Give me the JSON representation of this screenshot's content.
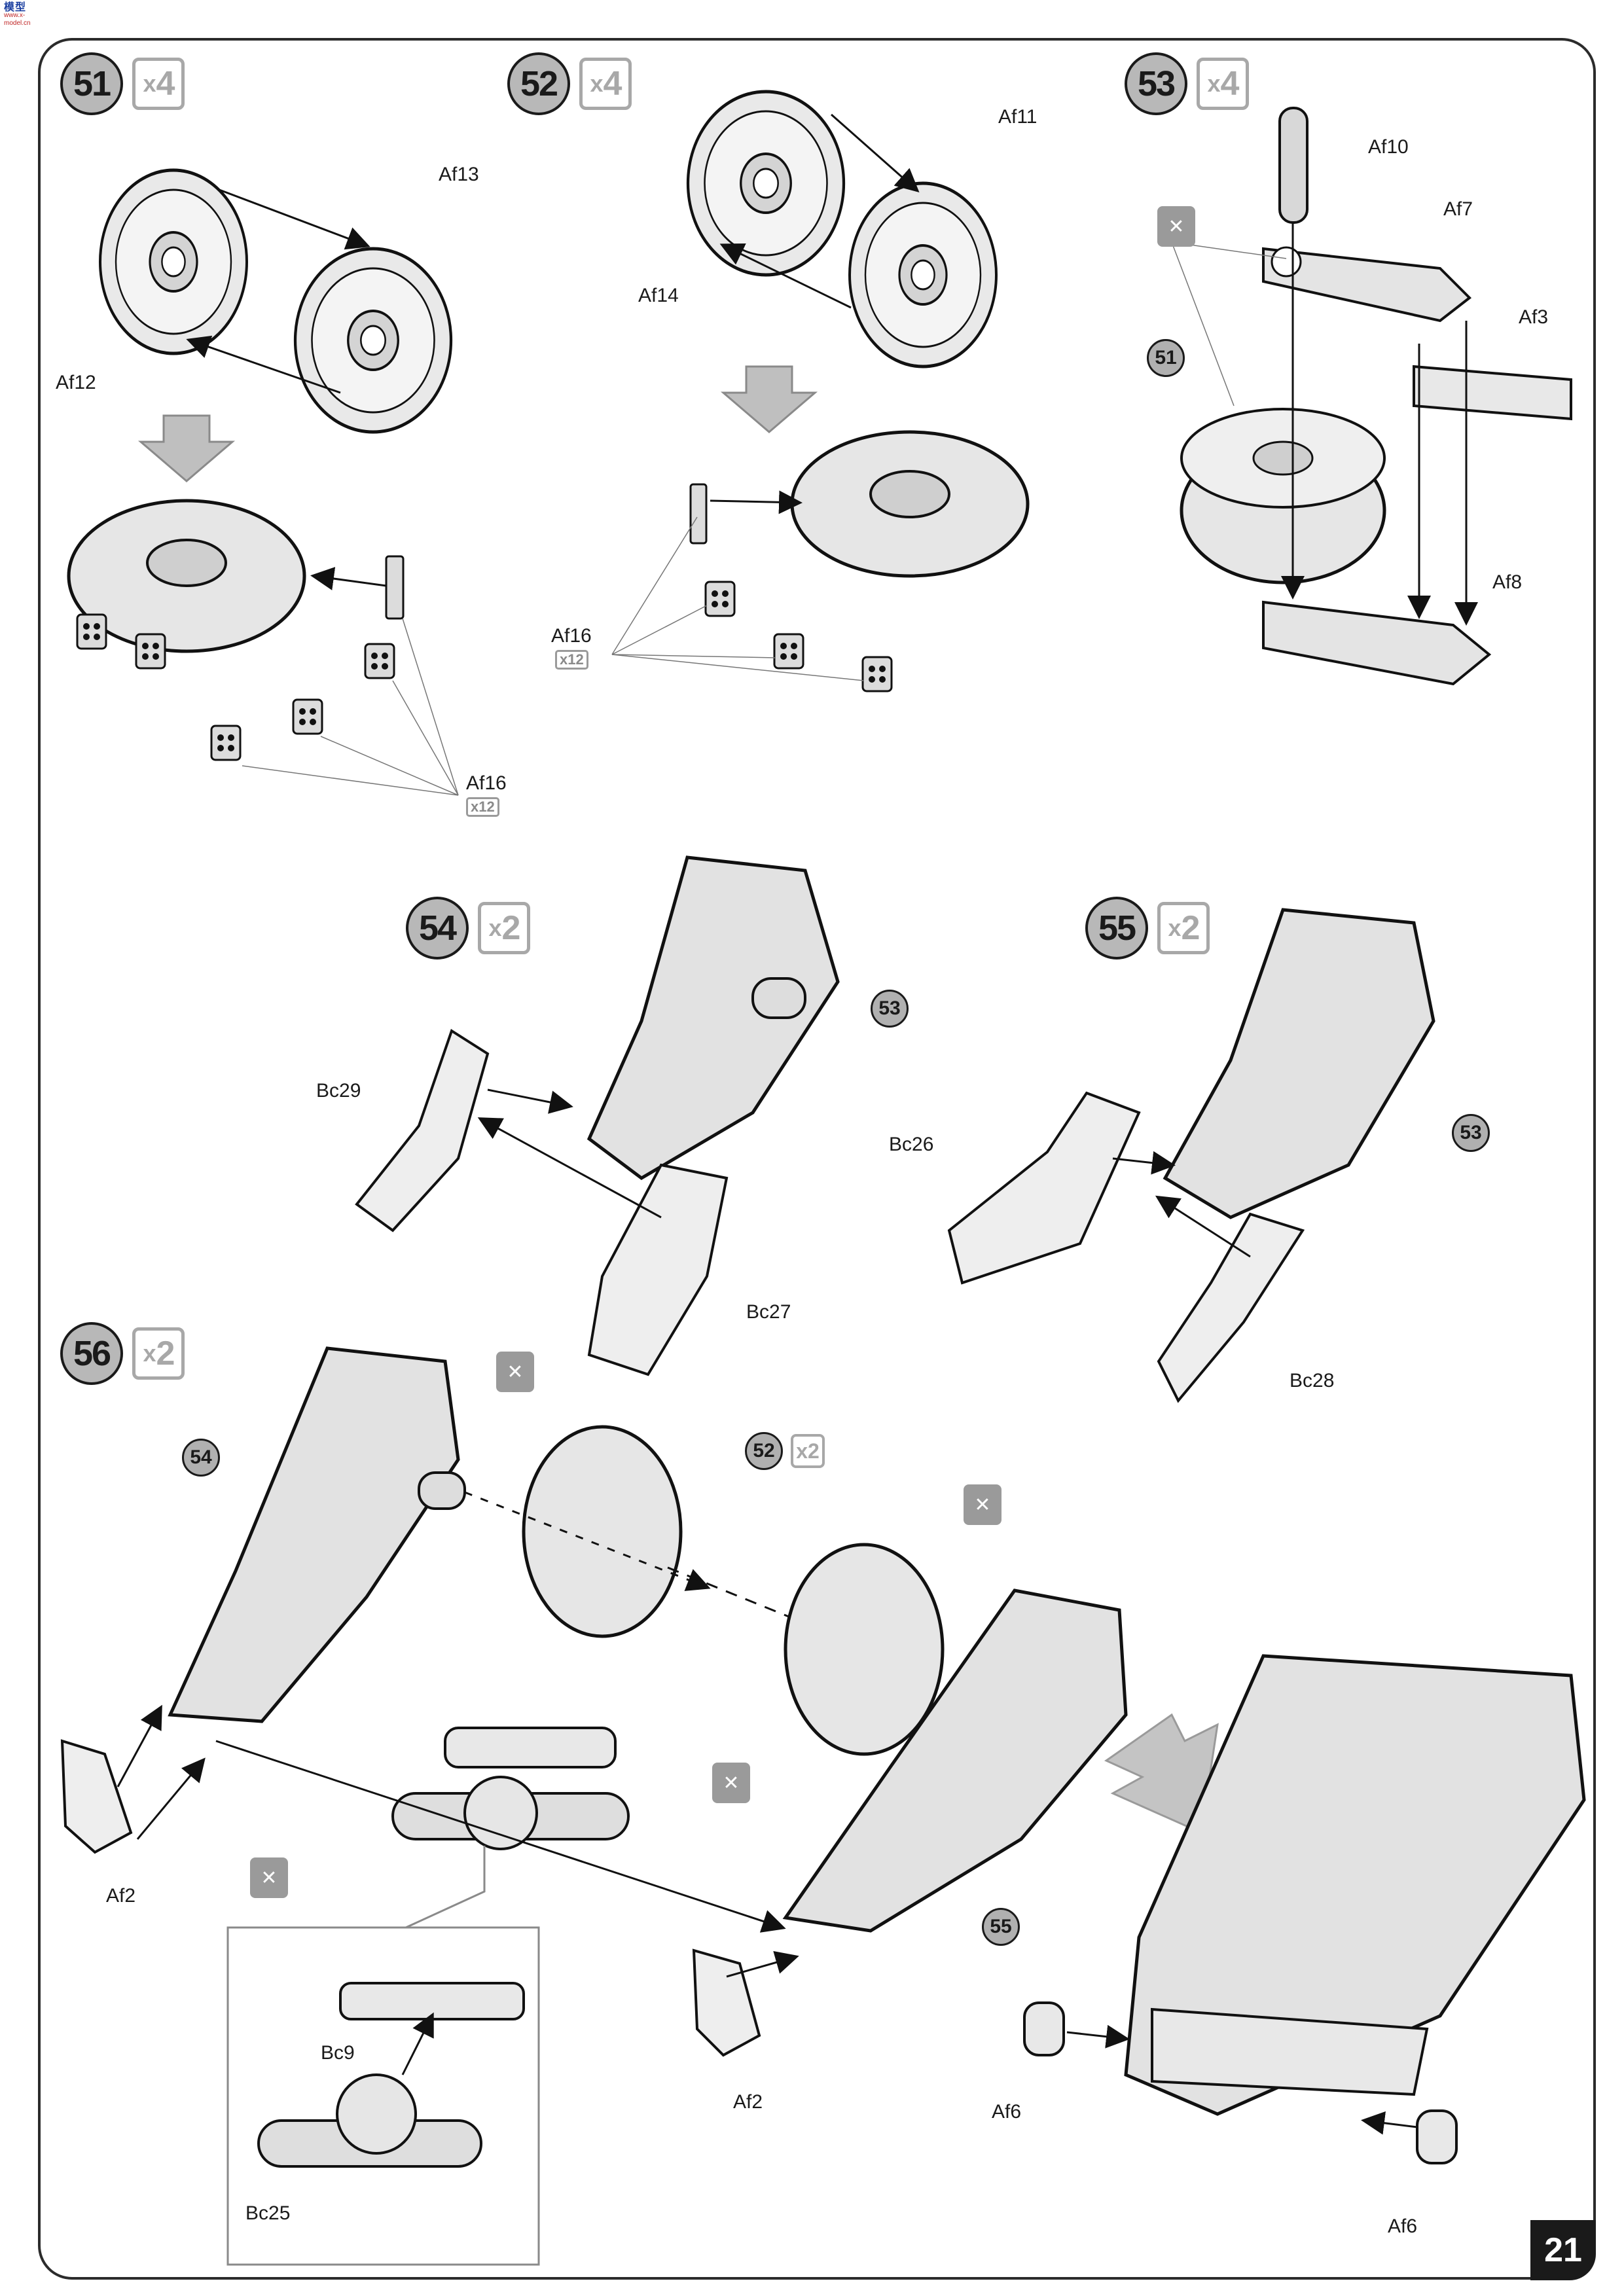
{
  "header_logo": {
    "line1": "模型",
    "line2": "www.x-model.cn"
  },
  "steps": [
    {
      "number": "51",
      "multiplier": "4"
    },
    {
      "number": "52",
      "multiplier": "4"
    },
    {
      "number": "53",
      "multiplier": "4"
    },
    {
      "number": "54",
      "multiplier": "2"
    },
    {
      "number": "55",
      "multiplier": "2"
    },
    {
      "number": "56",
      "multiplier": "2"
    }
  ],
  "parts": {
    "af13": "Af13",
    "af12": "Af12",
    "af16_s51": "Af16",
    "af16_s51_qty": "x12",
    "af11": "Af11",
    "af14": "Af14",
    "af16_s52": "Af16",
    "af16_s52_qty": "x12",
    "af10": "Af10",
    "af7": "Af7",
    "af3": "Af3",
    "af8": "Af8",
    "bc29": "Bc29",
    "bc27": "Bc27",
    "bc26": "Bc26",
    "bc28": "Bc28",
    "af2_left": "Af2",
    "af2_right": "Af2",
    "bc9": "Bc9",
    "bc25": "Bc25",
    "af6_top": "Af6",
    "af6_bottom": "Af6"
  },
  "references": {
    "s53_ref": "51",
    "s54_ref": "53",
    "s55_ref": "53",
    "s56_ref_a": "54",
    "s56_ref_b": "52",
    "s56_ref_b_mult": "x2",
    "s56_ref_c": "55"
  },
  "glue_icon": "glue-bottle-icon",
  "page_number": "21"
}
